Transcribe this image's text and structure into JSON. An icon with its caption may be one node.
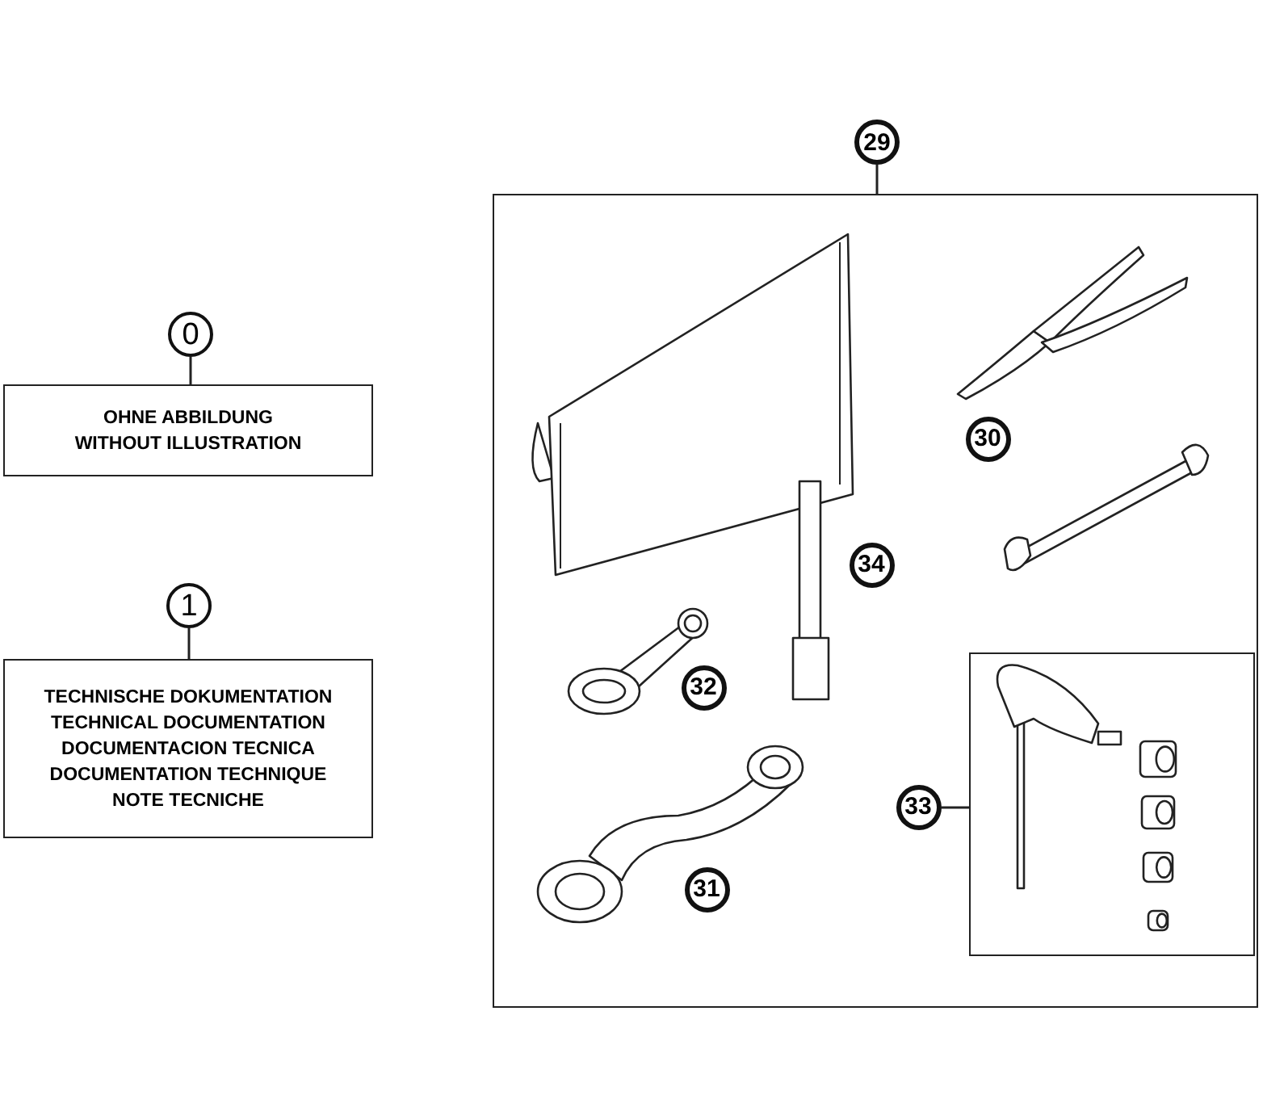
{
  "diagram": {
    "nodes": [
      {
        "text": [
          "0"
        ]
      },
      {
        "text": [
          "OHNE ABBILDUNG",
          "WITHOUT ILLUSTRATION"
        ]
      },
      {
        "text": [
          "1"
        ]
      },
      {
        "text": [
          "TECHNISCHE DOKUMENTATION",
          "TECHNICAL DOCUMENTATION",
          "DOCUMENTACION TECNICA",
          "DOCUMENTATION TECHNIQUE",
          "NOTE TECNICHE"
        ]
      },
      {
        "text": [
          "29"
        ]
      },
      {
        "text": [],
        "shape": "box"
      },
      {
        "text": [
          "30"
        ],
        "in": 5
      },
      {
        "text": [
          "34"
        ],
        "in": 5
      },
      {
        "text": [
          "32"
        ],
        "in": 5
      },
      {
        "text": [
          "33"
        ],
        "in": 5
      },
      {
        "text": [],
        "shape": "box",
        "in": 5
      },
      {
        "text": [
          "31"
        ],
        "in": 5
      }
    ],
    "edges": [
      {
        "from": 0,
        "to": 1,
        "arrow": "none"
      },
      {
        "from": 2,
        "to": 3,
        "arrow": "none"
      },
      {
        "from": 4,
        "to": 5,
        "arrow": "none"
      },
      {
        "from": 9,
        "to": 10,
        "arrow": "none"
      }
    ]
  }
}
